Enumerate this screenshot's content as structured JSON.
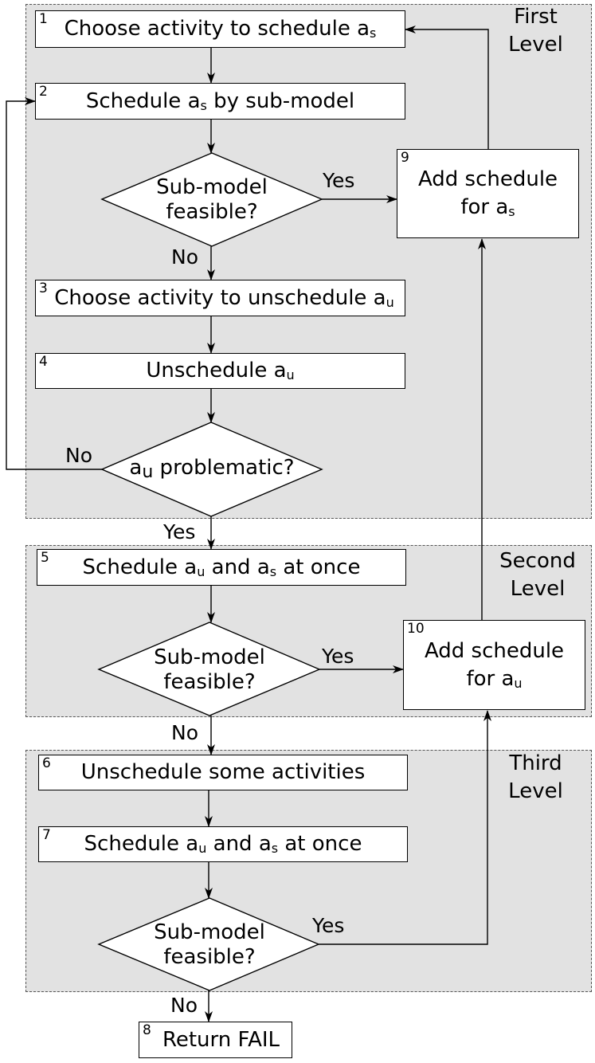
{
  "levels": {
    "first": {
      "title_line1": "First",
      "title_line2": "Level"
    },
    "second": {
      "title_line1": "Second",
      "title_line2": "Level"
    },
    "third": {
      "title_line1": "Third",
      "title_line2": "Level"
    }
  },
  "steps": {
    "s1": {
      "num": "1",
      "text": "Choose activity to schedule a",
      "sub": "s"
    },
    "s2": {
      "num": "2",
      "text_before": "Schedule a",
      "sub": "s",
      "text_after": " by sub-model"
    },
    "s3": {
      "num": "3",
      "text": "Choose activity to unschedule a",
      "sub": "u"
    },
    "s4": {
      "num": "4",
      "text": "Unschedule a",
      "sub": "u"
    },
    "s5": {
      "num": "5",
      "text_a": "Schedule a",
      "sub_a": "u",
      "text_b": " and a",
      "sub_b": "s",
      "text_c": " at once"
    },
    "s6": {
      "num": "6",
      "text": "Unschedule some activities"
    },
    "s7": {
      "num": "7",
      "text_a": "Schedule a",
      "sub_a": "u",
      "text_b": " and a",
      "sub_b": "s",
      "text_c": " at once"
    },
    "s8": {
      "num": "8",
      "text": "Return FAIL"
    },
    "s9": {
      "num": "9",
      "line1": "Add schedule",
      "line2": "for a",
      "sub": "s"
    },
    "s10": {
      "num": "10",
      "line1": "Add schedule",
      "line2": "for a",
      "sub": "u"
    }
  },
  "decisions": {
    "d1": {
      "line1": "Sub-model",
      "line2": "feasible?"
    },
    "d2": {
      "text": "a",
      "sub": "u",
      "text_after": " problematic?"
    },
    "d3": {
      "line1": "Sub-model",
      "line2": "feasible?"
    },
    "d4": {
      "line1": "Sub-model",
      "line2": "feasible?"
    }
  },
  "labels": {
    "yes": "Yes",
    "no": "No"
  },
  "colors": {
    "level_fill": "#e2e2e2",
    "box_fill": "#ffffff",
    "line": "#000000"
  }
}
